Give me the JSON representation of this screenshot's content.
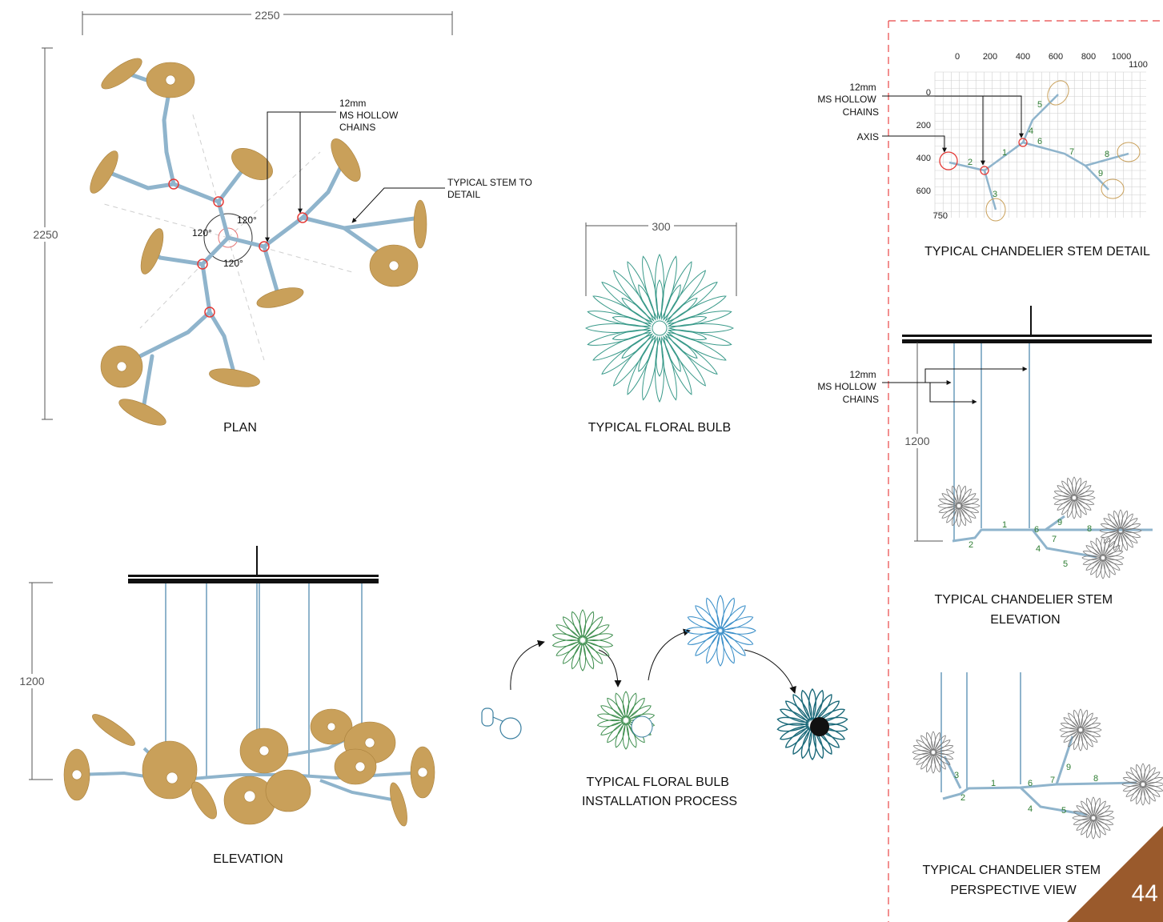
{
  "plan": {
    "dim_width": "2250",
    "dim_height": "2250",
    "chain_note": [
      "12mm",
      "MS HOLLOW",
      "CHAINS"
    ],
    "stem_note": [
      "TYPICAL STEM TO",
      "DETAIL"
    ],
    "angles": [
      "120°",
      "120°",
      "120°"
    ],
    "caption": "PLAN"
  },
  "bulb": {
    "dim": "300",
    "caption": "TYPICAL FLORAL BULB"
  },
  "elevation": {
    "dim_height": "1200",
    "caption": "ELEVATION"
  },
  "install": {
    "caption": [
      "TYPICAL FLORAL BULB",
      "INSTALLATION PROCESS"
    ]
  },
  "stem_detail": {
    "x_ticks": [
      "0",
      "200",
      "400",
      "600",
      "800",
      "1000",
      "1100"
    ],
    "y_ticks": [
      "0",
      "200",
      "400",
      "600",
      "750"
    ],
    "chain_note": [
      "12mm",
      "MS HOLLOW",
      "CHAINS"
    ],
    "axis_note": "AXIS",
    "segment_numbers": [
      "1",
      "2",
      "3",
      "4",
      "5",
      "6",
      "7",
      "8",
      "9"
    ],
    "caption": "TYPICAL CHANDELIER STEM DETAIL"
  },
  "stem_elevation": {
    "dim_height": "1200",
    "chain_note": [
      "12mm",
      "MS HOLLOW",
      "CHAINS"
    ],
    "segment_numbers": [
      "1",
      "2",
      "4",
      "5",
      "6",
      "7",
      "8",
      "9"
    ],
    "caption": [
      "TYPICAL CHANDELIER STEM",
      "ELEVATION"
    ]
  },
  "stem_perspective": {
    "segment_numbers": [
      "1",
      "2",
      "3",
      "4",
      "5",
      "6",
      "7",
      "8",
      "9"
    ],
    "caption": [
      "TYPICAL CHANDELIER STEM",
      "PERSPECTIVE VIEW"
    ]
  },
  "page_number": "44",
  "colors": {
    "bulb_gold": "#c9a05a",
    "stem_blue": "#8fb4cc",
    "bulb_teal": "#3a9a8a",
    "bulb_green": "#3f8f4f",
    "bulb_blue": "#3a8fc9",
    "grid": "#cfcfcf",
    "frame_red": "#e84545",
    "corner_brown": "#9a5a2c"
  }
}
